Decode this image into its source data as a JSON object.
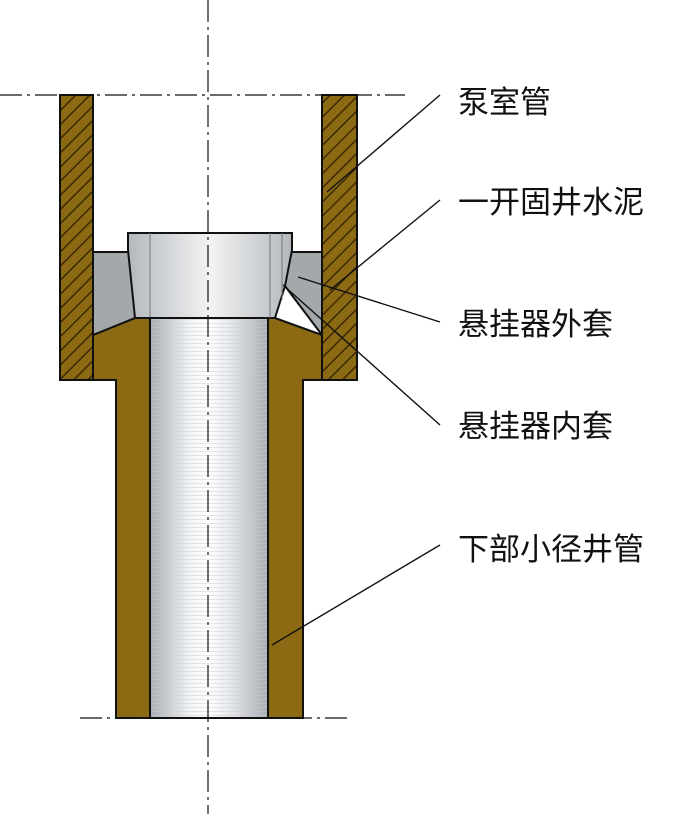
{
  "labels": {
    "pump_chamber_pipe": "泵室管",
    "first_spud_cement": "一开固井水泥",
    "hanger_outer_sleeve": "悬挂器外套",
    "hanger_inner_sleeve": "悬挂器内套",
    "lower_small_diameter_casing": "下部小径井管"
  },
  "colors": {
    "casing_brown": "#8b6a13",
    "hatch_line": "#3b2a00",
    "cement_gray": "#a3a8ab",
    "steel_light": "#eef0f2",
    "steel_mid": "#b9bdc2",
    "outline": "#111111"
  }
}
